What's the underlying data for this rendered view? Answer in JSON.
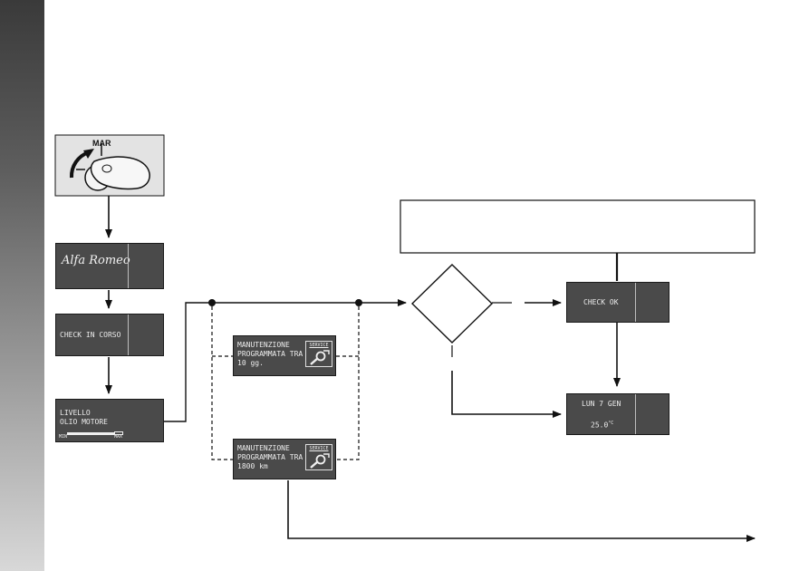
{
  "displays": {
    "logo": {
      "text": "Alfa Romeo"
    },
    "check_in_corso": {
      "text": "CHECK IN CORSO"
    },
    "oil_level": {
      "line1": "LIVELLO",
      "line2": "OLIO MOTORE",
      "scale_min": "MIN",
      "scale_max": "MAX"
    },
    "service_time": {
      "line1": "MANUTENZIONE",
      "line2": "PROGRAMMATA TRA",
      "line3": "10 gg.",
      "badge": "SERVICE"
    },
    "service_km": {
      "line1": "MANUTENZIONE",
      "line2": "PROGRAMMATA TRA",
      "line3": "1800 km",
      "badge": "SERVICE"
    },
    "check_ok": {
      "text": "CHECK OK"
    },
    "date_temp": {
      "date": "LUN 7 GEN",
      "temp": "25.0",
      "unit": "°C"
    }
  },
  "ignition": {
    "label": "MAR"
  },
  "colors": {
    "lcd": "#4a4a4a",
    "ink": "#111111",
    "panel": "#e3e3e3"
  }
}
